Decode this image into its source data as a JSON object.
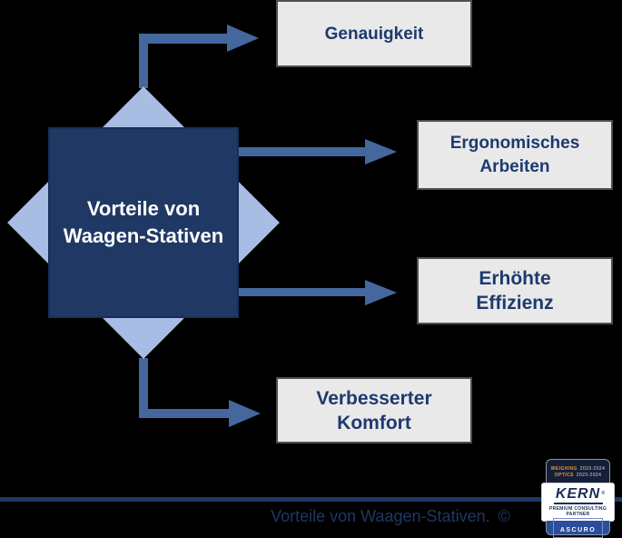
{
  "diagram": {
    "center": {
      "line1": "Vorteile von",
      "line2": "Waagen-Stativen"
    },
    "nodes": [
      {
        "label": "Genauigkeit"
      },
      {
        "line1": "Ergonomisches",
        "line2": "Arbeiten"
      },
      {
        "line1": "Erhöhte",
        "line2": "Effizienz"
      },
      {
        "line1": "Verbesserter",
        "line2": "Komfort"
      }
    ]
  },
  "figure": {
    "caption_text": "Vorteile von Waagen-Stativen.",
    "caption_copyright": "©"
  },
  "badge": {
    "award_rows": [
      {
        "label": "WEIGHING",
        "years": "2023-2024"
      },
      {
        "label": "OPTICS",
        "years": "2023-2024"
      }
    ],
    "brand": "KERN",
    "registered_mark": "®",
    "partner_line1": "PREMIUM CONSULTING",
    "partner_line2": "PARTNER",
    "bottom_label": "ASCURO"
  },
  "colors": {
    "background": "#000000",
    "center_square": "#203864",
    "diamond": "#a9bce3",
    "arrow": "#44689e",
    "node_fill": "#e9e9ea",
    "node_border": "#4f4f4f",
    "node_text": "#1e3a6d",
    "rule_and_caption": "#1f3864",
    "badge_top_bg": "#161f38",
    "badge_gold": "#e2973b",
    "badge_blue": "#2a4d9c",
    "badge_brand_navy": "#1b2d59"
  }
}
